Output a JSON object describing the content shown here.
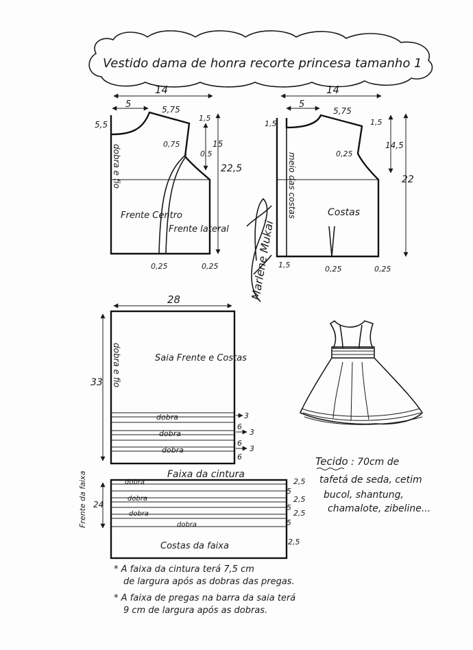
{
  "title": "Vestido dama de honra recorte princesa tamanho 1",
  "front": {
    "width": "14",
    "neck_w": "5",
    "shoulder": "5,75",
    "neck_depth": "5,5",
    "shoulder_drop": "1,5",
    "dart_a": "0,75",
    "dart_b": "0,5",
    "armhole": "15",
    "length": "22,5",
    "fold": "dobra e fio",
    "piece_center": "Frente Centro",
    "piece_side": "Frente lateral",
    "hem_a": "0,25",
    "hem_b": "0,25"
  },
  "back": {
    "width": "14",
    "neck_w": "5",
    "shoulder": "5,75",
    "neck_depth": "1,5",
    "shoulder_drop": "1,5",
    "dart": "0,25",
    "armhole": "14,5",
    "length": "22",
    "center": "meio das costas",
    "piece": "Costas",
    "hem_left": "1,5",
    "hem_mid": "0,25",
    "hem_right": "0,25"
  },
  "skirt": {
    "width": "28",
    "height": "33",
    "fold": "dobra e fio",
    "label": "Saia Frente e Costas",
    "pleats": [
      {
        "label": "dobra",
        "depth": "3",
        "gap": "6"
      },
      {
        "label": "dobra",
        "depth": "3",
        "gap": "6"
      },
      {
        "label": "dobra",
        "depth": "3",
        "gap": "6"
      }
    ]
  },
  "sash": {
    "title": "Faixa da cintura",
    "side_label": "Frente da faixa",
    "height": "24",
    "folds": [
      "dobra",
      "dobra",
      "dobra",
      "dobra"
    ],
    "spacing": [
      "2,5",
      "5",
      "2,5",
      "5",
      "2,5",
      "5",
      "2,5"
    ],
    "back_label": "Costas da faixa"
  },
  "fabric": {
    "heading": "Tecido",
    "text": [
      ": 70cm de",
      "tafetá de seda, cetim",
      "bucol, shantung,",
      "chamalote, zibeline..."
    ]
  },
  "notes": [
    [
      "* A faixa da cintura terá 7,5 cm",
      "de largura após as dobras das pregas."
    ],
    [
      "* A faixa de pregas na barra da saia terá",
      "9 cm de largura após as dobras."
    ]
  ],
  "signature": "Marlene Mukai",
  "icons": [
    "arrow-icon",
    "dress-illustration"
  ]
}
